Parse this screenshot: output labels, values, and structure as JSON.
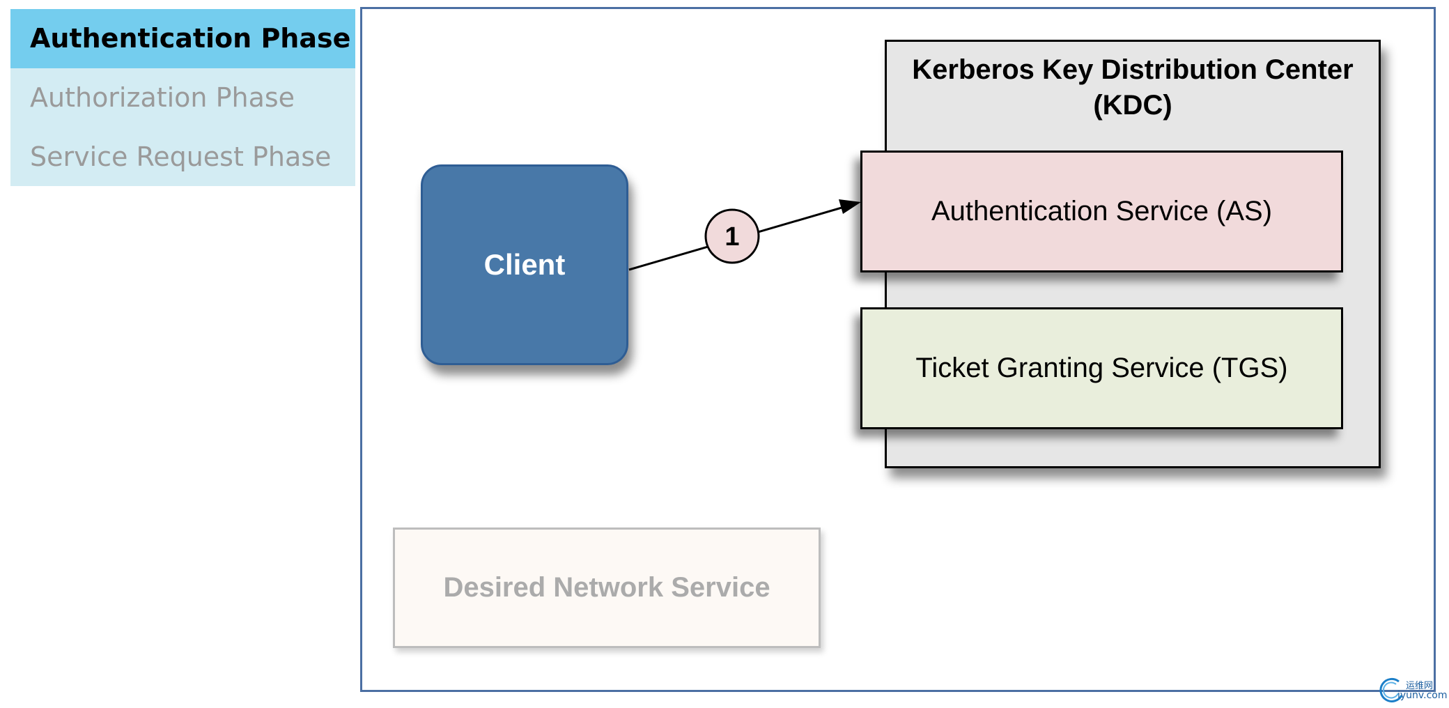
{
  "phases": {
    "items": [
      {
        "label": "Authentication Phase",
        "active": true
      },
      {
        "label": "Authorization Phase",
        "active": false
      },
      {
        "label": "Service Request Phase",
        "active": false
      }
    ]
  },
  "diagram": {
    "client_label": "Client",
    "kdc": {
      "title_line1": "Kerberos Key Distribution Center",
      "title_line2": "(KDC)"
    },
    "as_label": "Authentication Service (AS)",
    "tgs_label": "Ticket Granting Service (TGS)",
    "network_service_label": "Desired Network Service",
    "step_marker": "1"
  },
  "watermark": {
    "line1": "运维网",
    "line2": "iyunv.com"
  },
  "colors": {
    "active_phase_bg": "#74cdee",
    "phase_list_bg": "#d3ecf3",
    "client_fill": "#4878a8",
    "kdc_fill": "#e6e6e6",
    "as_fill": "#f1dadb",
    "tgs_fill": "#e9eedc",
    "network_service_fill": "#fdf9f5",
    "step_marker_fill": "#f1dadb",
    "frame_border": "#4b6fa3"
  }
}
